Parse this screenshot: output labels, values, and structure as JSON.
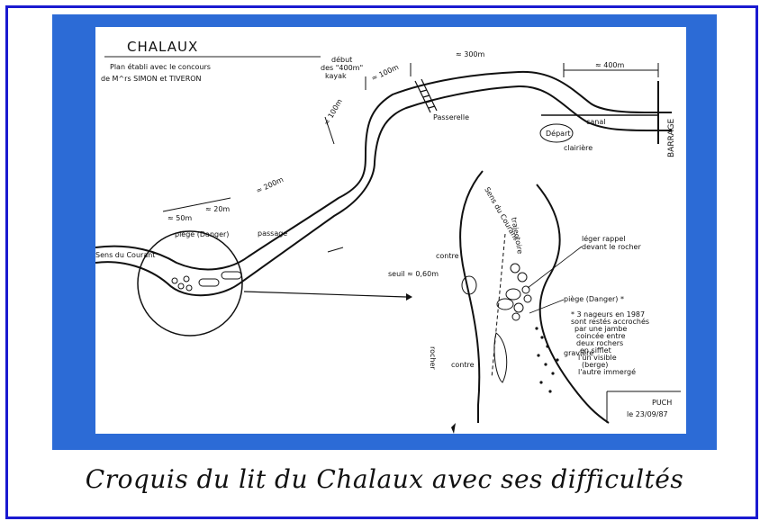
{
  "caption": "Croquis du lit du Chalaux avec ses difficultés",
  "sketch": {
    "title": "CHALAUX",
    "note_line1": "Plan établi avec le concours",
    "note_line2": "de M^rs SIMON et TIVERON",
    "debut_line1": "début",
    "debut_line2": "des \"400m\"",
    "debut_line3": "kayak",
    "dist_300": "≈ 300m",
    "dist_400_right": "≈ 400m",
    "dist_100": "≈ 100m",
    "dist_100_left": "≈ 100m",
    "dist_200": "≈ 200m",
    "dist_50": "≈ 50m",
    "dist_20": "≈ 20m",
    "passerelle": "Passerelle",
    "canal": "canal",
    "barrage": "BARRAGE",
    "depart": "Départ",
    "clairiere": "clairière",
    "sens_courant_left": "Sens du Courant",
    "sens_courant_right": "Sens du Courant",
    "passage": "passage",
    "piege_small": "piège (Danger)",
    "contre_top": "contre",
    "contre_bottom": "contre",
    "seuil": "seuil ≈ 0,60m",
    "trajectoire": "trajectoire",
    "leger_line1": "léger rappel",
    "leger_line2": "devant le rocher",
    "piege_label": "piège (Danger) *",
    "star_note": [
      "* 3 nageurs en 1987",
      "sont restés accrochés",
      "par une jambe",
      "coincée entre",
      "deux rochers",
      "en sifflet",
      "l'un visible",
      "(berge)",
      "l'autre immergé"
    ],
    "graviere": "gravière",
    "rocher": "rocher",
    "author": "PUCH",
    "date": "le 23/09/87"
  }
}
